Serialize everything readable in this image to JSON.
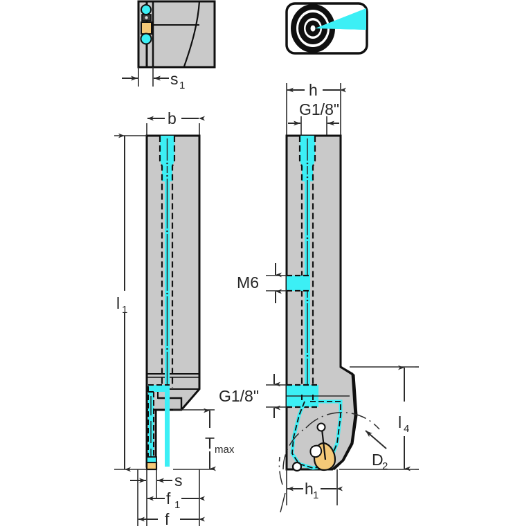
{
  "drawing": {
    "title": "Grooving tool holder cross-section drawing",
    "views": {
      "top_end_view": {
        "name": "end-view",
        "dimension_label": "s",
        "dimension_sub": "1"
      },
      "icon": {
        "name": "precision-coolant-icon",
        "label": "precision-coolant"
      },
      "front_view": {
        "name": "front-view"
      },
      "side_view": {
        "name": "side-view"
      }
    }
  },
  "labels": {
    "s1": {
      "base": "s",
      "sub": "1"
    },
    "b": {
      "base": "b",
      "sub": ""
    },
    "l1": {
      "base": "l",
      "sub": "1"
    },
    "Tmax": {
      "base": "T",
      "sub": "max"
    },
    "s": {
      "base": "s",
      "sub": ""
    },
    "f1": {
      "base": "f",
      "sub": "1"
    },
    "f": {
      "base": "f",
      "sub": ""
    },
    "h": {
      "base": "h",
      "sub": ""
    },
    "G18_top": {
      "base": "G1/8\"",
      "sub": ""
    },
    "M6": {
      "base": "M6",
      "sub": ""
    },
    "G18_bottom": {
      "base": "G1/8\"",
      "sub": ""
    },
    "l4": {
      "base": "l",
      "sub": "4"
    },
    "D2": {
      "base": "D",
      "sub": "2"
    },
    "h1": {
      "base": "h",
      "sub": "1"
    }
  },
  "colors": {
    "body_gray": "#c9c9c9",
    "coolant_cyan": "#3ceff5",
    "insert_gold": "#f5c978",
    "outline_black": "#101010",
    "dim_gray": "#3a3a3a",
    "white": "#ffffff"
  }
}
